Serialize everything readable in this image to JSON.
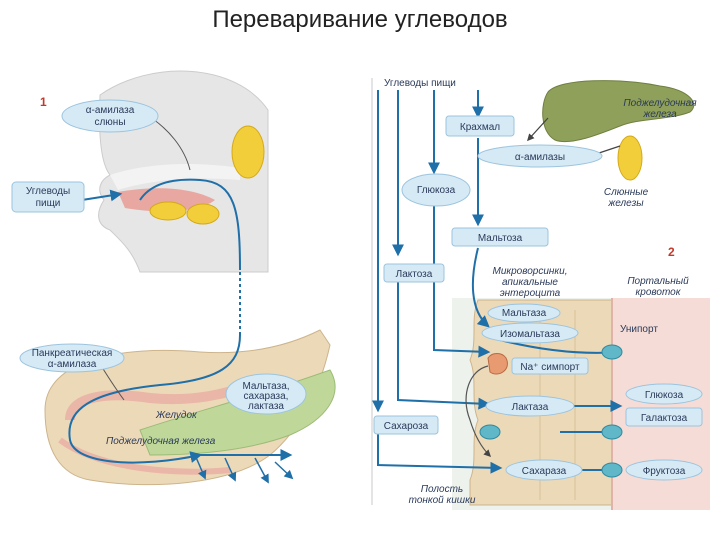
{
  "title": "Переваривание углеводов",
  "panel1": {
    "number": "1",
    "salivary_amylase": [
      "α-амилаза",
      "слюны"
    ],
    "dietary_carbs": [
      "Углеводы",
      "пищи"
    ],
    "pancreatic_amylase": [
      "Панкреатическая",
      "α-амилаза"
    ],
    "enzymes": [
      "Мальтаза,",
      "сахараза,",
      "лактаза"
    ],
    "stomach": "Желудок",
    "pancreas": "Поджелудочная железа"
  },
  "panel2": {
    "number": "2",
    "dietary_carbs": "Углеводы пищи",
    "starch": "Крахмал",
    "alpha_amylase": "α-амилазы",
    "glucose_top": "Глюкоза",
    "pancreas": [
      "Поджелудочная",
      "железа"
    ],
    "salivary_glands": [
      "Слюнные",
      "железы"
    ],
    "maltose_top": "Мальтоза",
    "lactose": "Лактоза",
    "microvilli": [
      "Микроворсинки,",
      "апикальные",
      "энтероцита"
    ],
    "portal_blood": [
      "Портальный",
      "кровоток"
    ],
    "maltase": "Мальтаза",
    "isomaltase": "Изомальтаза",
    "uniport": "Унипорт",
    "na_symport": "Na⁺ симпорт",
    "glucose_out": "Глюкоза",
    "lactase": "Лактаза",
    "galactose": "Галактоза",
    "sucrose_left": "Сахароза",
    "sucrase": "Сахараза",
    "fructose": "Фруктоза",
    "lumen": [
      "Полость",
      "тонкой кишки"
    ]
  },
  "colors": {
    "arrow": "#1f6fa8",
    "pill_fill": "#d6eaf6",
    "yellow": "#f2cf3a",
    "tissue": "#e9e9e9",
    "cells": "#ecd9b8",
    "blood": "#f6dcd6",
    "pink": "#e8a7a0"
  }
}
